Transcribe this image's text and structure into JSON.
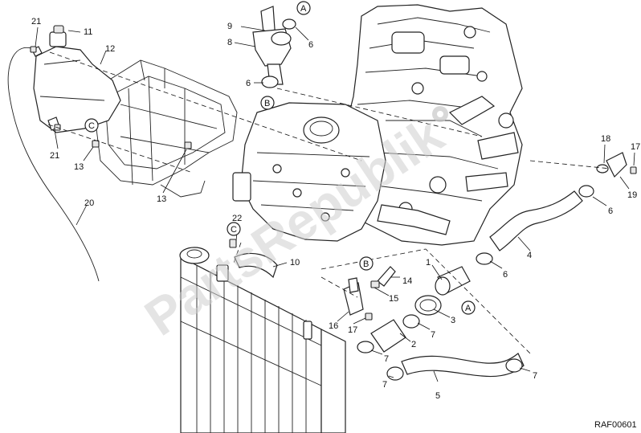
{
  "diagram": {
    "reference_code": "RAF00601",
    "watermark": "PartsRepublik",
    "callouts": [
      "1",
      "2",
      "3",
      "4",
      "5",
      "6",
      "6",
      "6",
      "6",
      "7",
      "7",
      "7",
      "7",
      "8",
      "9",
      "10",
      "11",
      "12",
      "13",
      "13",
      "14",
      "15",
      "16",
      "17",
      "17",
      "18",
      "19",
      "20",
      "21",
      "21",
      "22"
    ],
    "connection_markers": [
      "A",
      "A",
      "B",
      "B",
      "C",
      "C"
    ]
  }
}
